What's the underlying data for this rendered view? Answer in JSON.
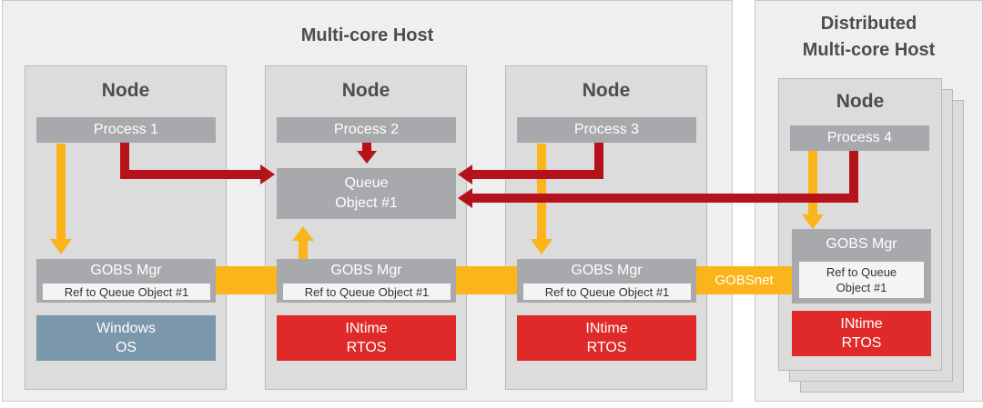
{
  "colors": {
    "orange_link": "#fbb51a",
    "red_link": "#b5121b",
    "rtos_red": "#e02a2a",
    "windows_blue": "#7b97ab",
    "process_gray": "#a7a9ac",
    "node_gray": "#dcdcdd",
    "host_bg": "#efefef"
  },
  "multicore_host": {
    "title": "Multi-core Host",
    "nodes": [
      {
        "title": "Node",
        "process": "Process 1",
        "gobs_title": "GOBS Mgr",
        "gobs_ref": "Ref to Queue Object #1",
        "os_line1": "Windows",
        "os_line2": "OS"
      },
      {
        "title": "Node",
        "process": "Process 2",
        "queue_line1": "Queue",
        "queue_line2": "Object #1",
        "gobs_title": "GOBS Mgr",
        "gobs_ref": "Ref to Queue Object #1",
        "os_line1": "INtime",
        "os_line2": "RTOS"
      },
      {
        "title": "Node",
        "process": "Process 3",
        "gobs_title": "GOBS Mgr",
        "gobs_ref": "Ref to Queue Object #1",
        "os_line1": "INtime",
        "os_line2": "RTOS"
      }
    ]
  },
  "distributed_host": {
    "title_line1": "Distributed",
    "title_line2": "Multi-core Host",
    "node": {
      "title": "Node",
      "process": "Process 4",
      "gobs_title": "GOBS Mgr",
      "ref_line1": "Ref to Queue",
      "ref_line2": "Object #1",
      "os_line1": "INtime",
      "os_line2": "RTOS"
    }
  },
  "gobsnet_label": "GOBSnet"
}
